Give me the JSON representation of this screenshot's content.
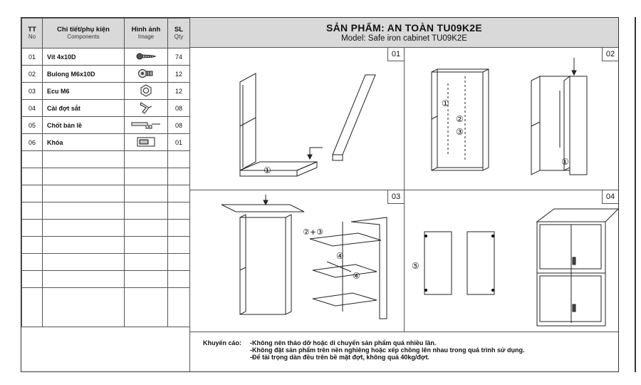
{
  "parts_table": {
    "headers": {
      "no": "TT",
      "no_sub": "No",
      "name": "Chi tiết/phụ kiện",
      "name_sub": "Components",
      "image": "Hình ảnh",
      "image_sub": "Image",
      "qty": "SL",
      "qty_sub": "Qty"
    },
    "rows": [
      {
        "no": "01",
        "name": "Vít 4x10D",
        "icon": "screw-icon",
        "qty": "74"
      },
      {
        "no": "02",
        "name": "Bulong M6x10D",
        "icon": "bolt-icon",
        "qty": "12"
      },
      {
        "no": "03",
        "name": "Ecu M6",
        "icon": "nut-icon",
        "qty": "12"
      },
      {
        "no": "04",
        "name": "Cài đợt sắt",
        "icon": "shelf-clip-icon",
        "qty": "08"
      },
      {
        "no": "05",
        "name": "Chốt bản lề",
        "icon": "hinge-pin-icon",
        "qty": "08"
      },
      {
        "no": "06",
        "name": "Khóa",
        "icon": "lock-icon",
        "qty": "01"
      }
    ]
  },
  "product": {
    "title": "SẢN PHẨM: AN TOÀN TU09K2E",
    "model": "Model: Safe iron cabinet  TU09K2E"
  },
  "steps": [
    {
      "label": "01",
      "callouts": [
        "①"
      ]
    },
    {
      "label": "02",
      "callouts": [
        "①",
        "②",
        "③",
        "①"
      ]
    },
    {
      "label": "03",
      "callouts": [
        "②+③",
        "④",
        "④"
      ]
    },
    {
      "label": "04",
      "callouts": [
        "⑤"
      ]
    }
  ],
  "warning": {
    "label": "Khuyến cáo:",
    "lines": [
      "-Không nên tháo dỡ hoặc di chuyển sản phẩm quá nhiều lần.",
      "-Không đặt sản phẩm trên nền nghiêng hoặc xếp chồng lên nhau trong quá trình sử dụng.",
      "-Để tải trọng dàn đều trên bề mặt đợt, không quá 40kg/đợt."
    ]
  }
}
